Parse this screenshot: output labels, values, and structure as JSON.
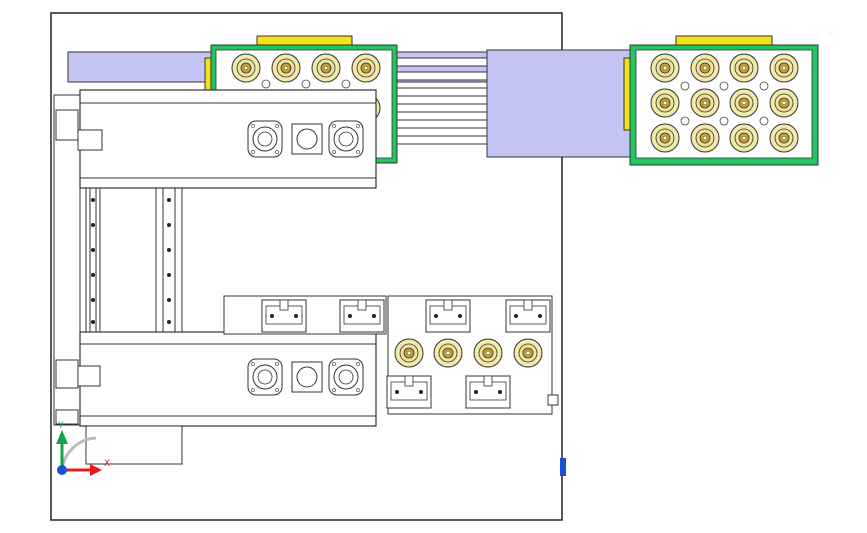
{
  "viewport": {
    "background": "#ffffff",
    "sheet_color": "#ffffff",
    "frame_color": "#222222"
  },
  "colors": {
    "plate_green": "#22c55e",
    "bracket_yellow": "#f2e21a",
    "slider_lavender": "#c4c4f4",
    "roller_cream": "#f2eaa8",
    "roller_gold": "#c9a227",
    "line": "#444444",
    "axis_x": "#e11d1d",
    "axis_y": "#16a34a",
    "axis_z": "#1d4ed8"
  },
  "triad": {
    "x_label": "X",
    "y_label": "Y",
    "icon": "coordinate-triad-icon"
  },
  "features": {
    "top_plate_rollers": 4,
    "right_plate_rows": 3,
    "right_plate_cols": 4,
    "lower_roller_count": 4
  }
}
